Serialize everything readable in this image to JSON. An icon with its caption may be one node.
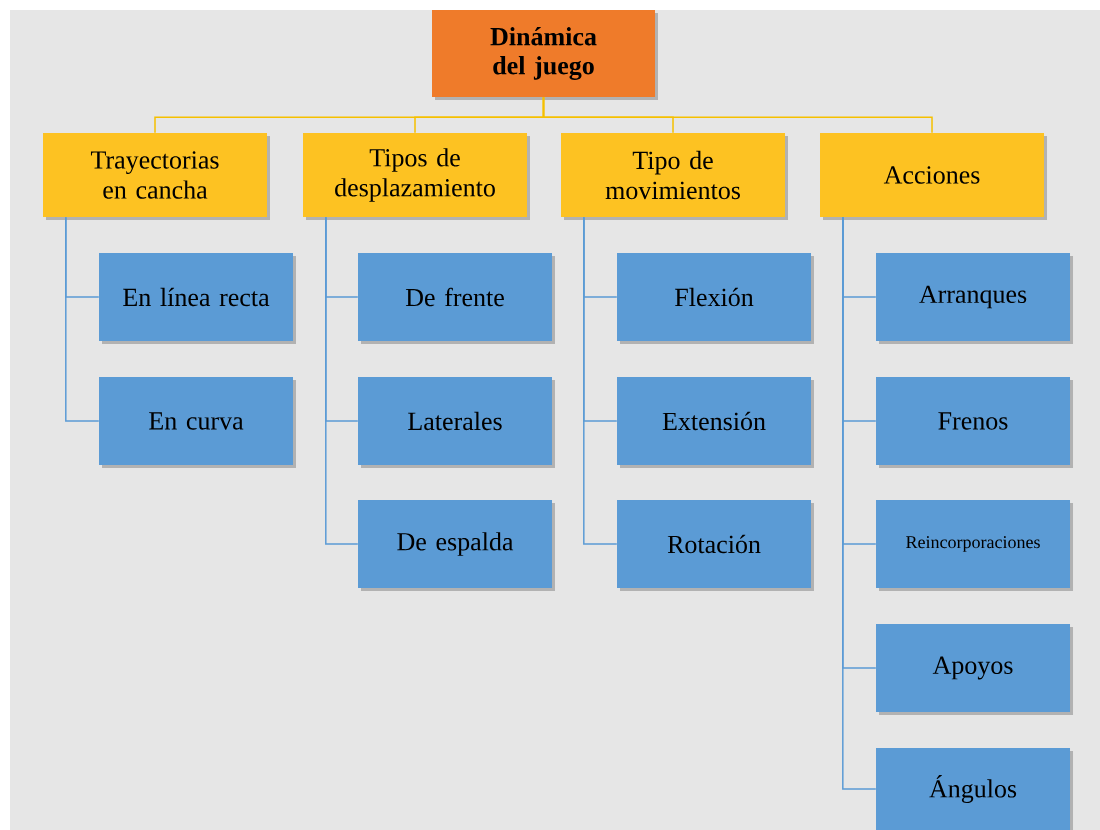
{
  "diagram": {
    "nodes": [
      {
        "text": [
          "Dinámica del juego"
        ]
      },
      {
        "text": [
          "Trayectorias en cancha"
        ]
      },
      {
        "text": [
          "Tipos de desplazamiento"
        ]
      },
      {
        "text": [
          "Tipo de movimientos"
        ]
      },
      {
        "text": [
          "Acciones"
        ]
      },
      {
        "text": [
          "En línea recta"
        ]
      },
      {
        "text": [
          "En curva"
        ]
      },
      {
        "text": [
          "De frente"
        ]
      },
      {
        "text": [
          "Laterales"
        ]
      },
      {
        "text": [
          "De espalda"
        ]
      },
      {
        "text": [
          "Flexión"
        ]
      },
      {
        "text": [
          "Extensión"
        ]
      },
      {
        "text": [
          "Rotación"
        ]
      },
      {
        "text": [
          "Arranques"
        ]
      },
      {
        "text": [
          "Frenos"
        ]
      },
      {
        "text": [
          "Reincorporaciones"
        ]
      },
      {
        "text": [
          "Apoyos"
        ]
      },
      {
        "text": [
          "Ángulos"
        ]
      }
    ],
    "edges": [
      {
        "from": 0,
        "to": 1,
        "arrow": "none",
        "color": "#f5c000"
      },
      {
        "from": 0,
        "to": 2,
        "arrow": "none",
        "color": "#f5c000"
      },
      {
        "from": 0,
        "to": 3,
        "arrow": "none",
        "color": "#f5c000"
      },
      {
        "from": 0,
        "to": 4,
        "arrow": "none",
        "color": "#f5c000"
      },
      {
        "from": 1,
        "to": 5,
        "arrow": "none"
      },
      {
        "from": 1,
        "to": 6,
        "arrow": "none"
      },
      {
        "from": 2,
        "to": 7,
        "arrow": "none"
      },
      {
        "from": 2,
        "to": 8,
        "arrow": "none"
      },
      {
        "from": 2,
        "to": 9,
        "arrow": "none"
      },
      {
        "from": 3,
        "to": 10,
        "arrow": "none"
      },
      {
        "from": 3,
        "to": 11,
        "arrow": "none"
      },
      {
        "from": 3,
        "to": 12,
        "arrow": "none"
      },
      {
        "from": 4,
        "to": 13,
        "arrow": "none"
      },
      {
        "from": 4,
        "to": 14,
        "arrow": "none"
      },
      {
        "from": 4,
        "to": 15,
        "arrow": "none"
      },
      {
        "from": 4,
        "to": 16,
        "arrow": "none"
      },
      {
        "from": 4,
        "to": 17,
        "arrow": "none"
      }
    ]
  }
}
